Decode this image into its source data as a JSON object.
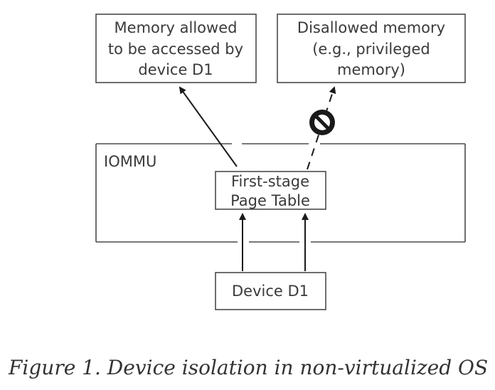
{
  "diagram": {
    "allowed_memory": {
      "lines": [
        "Memory allowed",
        "to be accessed by",
        "device D1"
      ]
    },
    "disallowed_memory": {
      "lines": [
        "Disallowed memory",
        "(e.g., privileged",
        "memory)"
      ]
    },
    "iommu": {
      "label": "IOMMU"
    },
    "page_table": {
      "lines": [
        "First-stage",
        "Page Table"
      ]
    },
    "device": {
      "label": "Device D1"
    },
    "blocked_icon": "no-entry-icon"
  },
  "caption": "Figure 1. Device isolation in non-virtualized OS"
}
